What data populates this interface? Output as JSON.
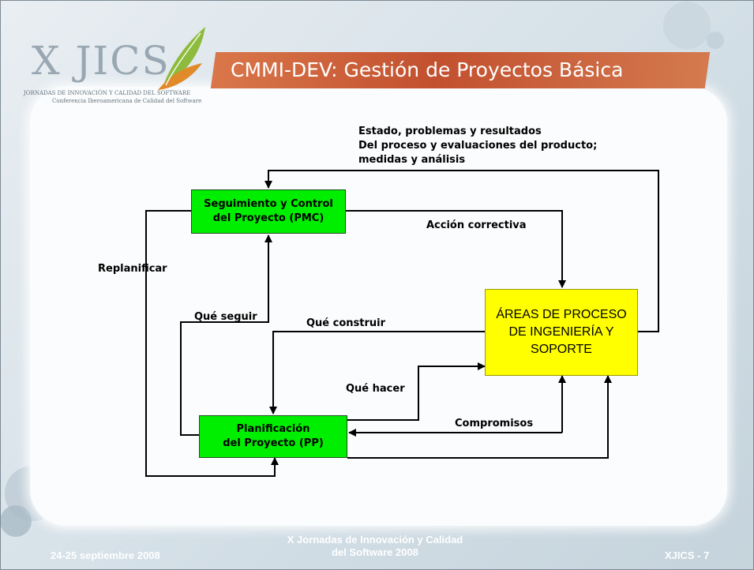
{
  "header": {
    "logo_text": "X JICS",
    "logo_subtitle_1": "JORNADAS DE INNOVACIÓN Y CALIDAD DEL SOFTWARE",
    "logo_subtitle_2": "Conferencia Iberoamericana de Calidad del Software",
    "title": "CMMI-DEV: Gestión de Proyectos Básica"
  },
  "diagram": {
    "nodes": {
      "pmc": "Seguimiento y Control\ndel Proyecto (PMC)",
      "pp": "Planificación\ndel Proyecto (PP)",
      "areas": "ÁREAS DE PROCESO\nDE INGENIERÍA Y\nSOPORTE"
    },
    "labels": {
      "estado_1": "Estado, problemas y resultados",
      "estado_2": "Del proceso y evaluaciones del producto;",
      "estado_3": "medidas y análisis",
      "accion": "Acción correctiva",
      "replanificar": "Replanificar",
      "que_seguir": "Qué seguir",
      "que_construir": "Qué construir",
      "que_hacer": "Qué hacer",
      "compromisos": "Compromisos"
    }
  },
  "footer": {
    "date": "24-25 septiembre 2008",
    "event": "X Jornadas de Innovación y Calidad\ndel Software 2008",
    "page": "XJICS - 7"
  },
  "colors": {
    "box_green": "#00ee00",
    "box_yellow": "#ffff00",
    "title_bar": "#c75a34"
  }
}
